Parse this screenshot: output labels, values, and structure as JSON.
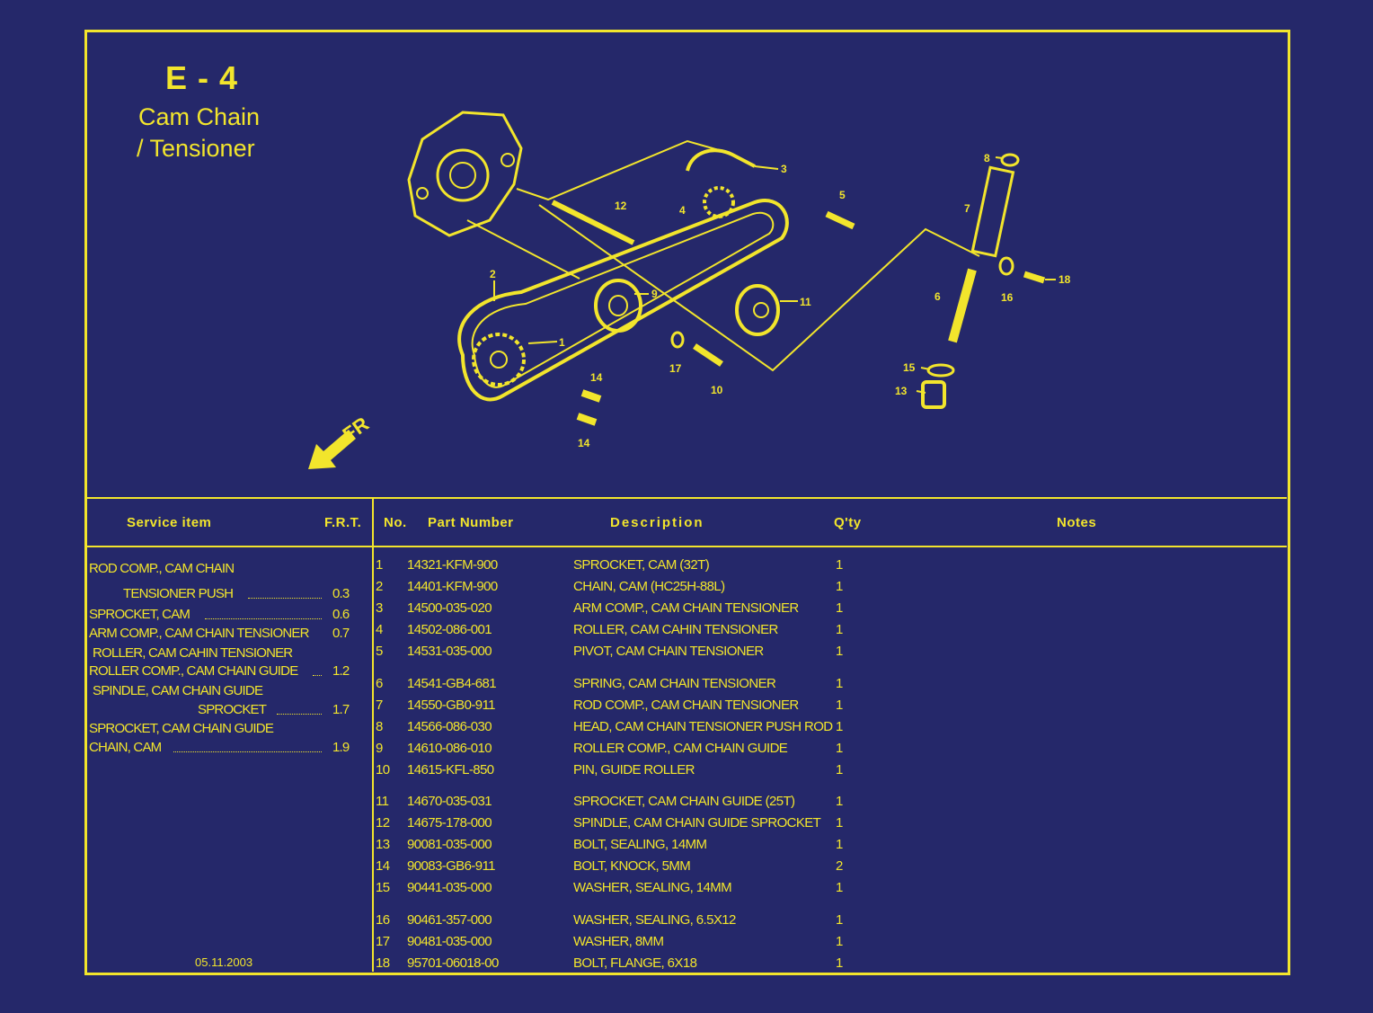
{
  "header": {
    "code": "E - 4",
    "title_line1": "Cam Chain",
    "title_line2": "/ Tensioner"
  },
  "diagram": {
    "direction_label": "FR",
    "callouts": [
      "1",
      "2",
      "3",
      "4",
      "5",
      "6",
      "7",
      "8",
      "9",
      "10",
      "11",
      "12",
      "13",
      "14",
      "14",
      "15",
      "16",
      "17",
      "18"
    ]
  },
  "service_table": {
    "headers": {
      "service_item": "Service item",
      "frt": "F.R.T."
    },
    "items": [
      {
        "line1": "ROD COMP., CAM CHAIN",
        "line2": "TENSIONER PUSH",
        "frt": "0.3"
      },
      {
        "line1": "SPROCKET, CAM",
        "frt": "0.6"
      },
      {
        "line1": "ARM COMP., CAM CHAIN TENSIONER",
        "frt": "0.7"
      },
      {
        "line1": "ROLLER, CAM CAHIN TENSIONER",
        "frt": ""
      },
      {
        "line1": "ROLLER COMP., CAM CHAIN GUIDE",
        "frt": "1.2"
      },
      {
        "line1": "SPINDLE, CAM CHAIN GUIDE",
        "line2": "SPROCKET",
        "frt": "1.7"
      },
      {
        "line1": "SPROCKET, CAM CHAIN GUIDE",
        "frt": ""
      },
      {
        "line1": "CHAIN, CAM",
        "frt": "1.9"
      }
    ],
    "date": "05.11.2003"
  },
  "parts_table": {
    "headers": {
      "no": "No.",
      "part_number": "Part Number",
      "description": "Description",
      "qty": "Q'ty",
      "notes": "Notes"
    },
    "rows": [
      {
        "no": "1",
        "part": "14321-KFM-900",
        "desc": "SPROCKET, CAM (32T)",
        "qty": "1"
      },
      {
        "no": "2",
        "part": "14401-KFM-900",
        "desc": "CHAIN, CAM (HC25H-88L)",
        "qty": "1"
      },
      {
        "no": "3",
        "part": "14500-035-020",
        "desc": "ARM COMP., CAM CHAIN TENSIONER",
        "qty": "1"
      },
      {
        "no": "4",
        "part": "14502-086-001",
        "desc": "ROLLER, CAM CAHIN TENSIONER",
        "qty": "1"
      },
      {
        "no": "5",
        "part": "14531-035-000",
        "desc": "PIVOT, CAM CHAIN TENSIONER",
        "qty": "1"
      },
      {
        "no": "6",
        "part": "14541-GB4-681",
        "desc": "SPRING, CAM CHAIN TENSIONER",
        "qty": "1"
      },
      {
        "no": "7",
        "part": "14550-GB0-911",
        "desc": "ROD COMP., CAM CHAIN TENSIONER",
        "qty": "1"
      },
      {
        "no": "8",
        "part": "14566-086-030",
        "desc": "HEAD, CAM CHAIN TENSIONER PUSH ROD",
        "qty": "1"
      },
      {
        "no": "9",
        "part": "14610-086-010",
        "desc": "ROLLER COMP., CAM CHAIN GUIDE",
        "qty": "1"
      },
      {
        "no": "10",
        "part": "14615-KFL-850",
        "desc": "PIN, GUIDE ROLLER",
        "qty": "1"
      },
      {
        "no": "11",
        "part": "14670-035-031",
        "desc": "SPROCKET, CAM CHAIN GUIDE (25T)",
        "qty": "1"
      },
      {
        "no": "12",
        "part": "14675-178-000",
        "desc": "SPINDLE, CAM CHAIN GUIDE SPROCKET",
        "qty": "1"
      },
      {
        "no": "13",
        "part": "90081-035-000",
        "desc": "BOLT, SEALING, 14MM",
        "qty": "1"
      },
      {
        "no": "14",
        "part": "90083-GB6-911",
        "desc": "BOLT, KNOCK, 5MM",
        "qty": "2"
      },
      {
        "no": "15",
        "part": "90441-035-000",
        "desc": "WASHER, SEALING, 14MM",
        "qty": "1"
      },
      {
        "no": "16",
        "part": "90461-357-000",
        "desc": "WASHER, SEALING, 6.5X12",
        "qty": "1"
      },
      {
        "no": "17",
        "part": "90481-035-000",
        "desc": "WASHER, 8MM",
        "qty": "1"
      },
      {
        "no": "18",
        "part": "95701-06018-00",
        "desc": "BOLT, FLANGE, 6X18",
        "qty": "1"
      }
    ]
  },
  "colors": {
    "background": "#25286a",
    "ink": "#f2e52c"
  }
}
